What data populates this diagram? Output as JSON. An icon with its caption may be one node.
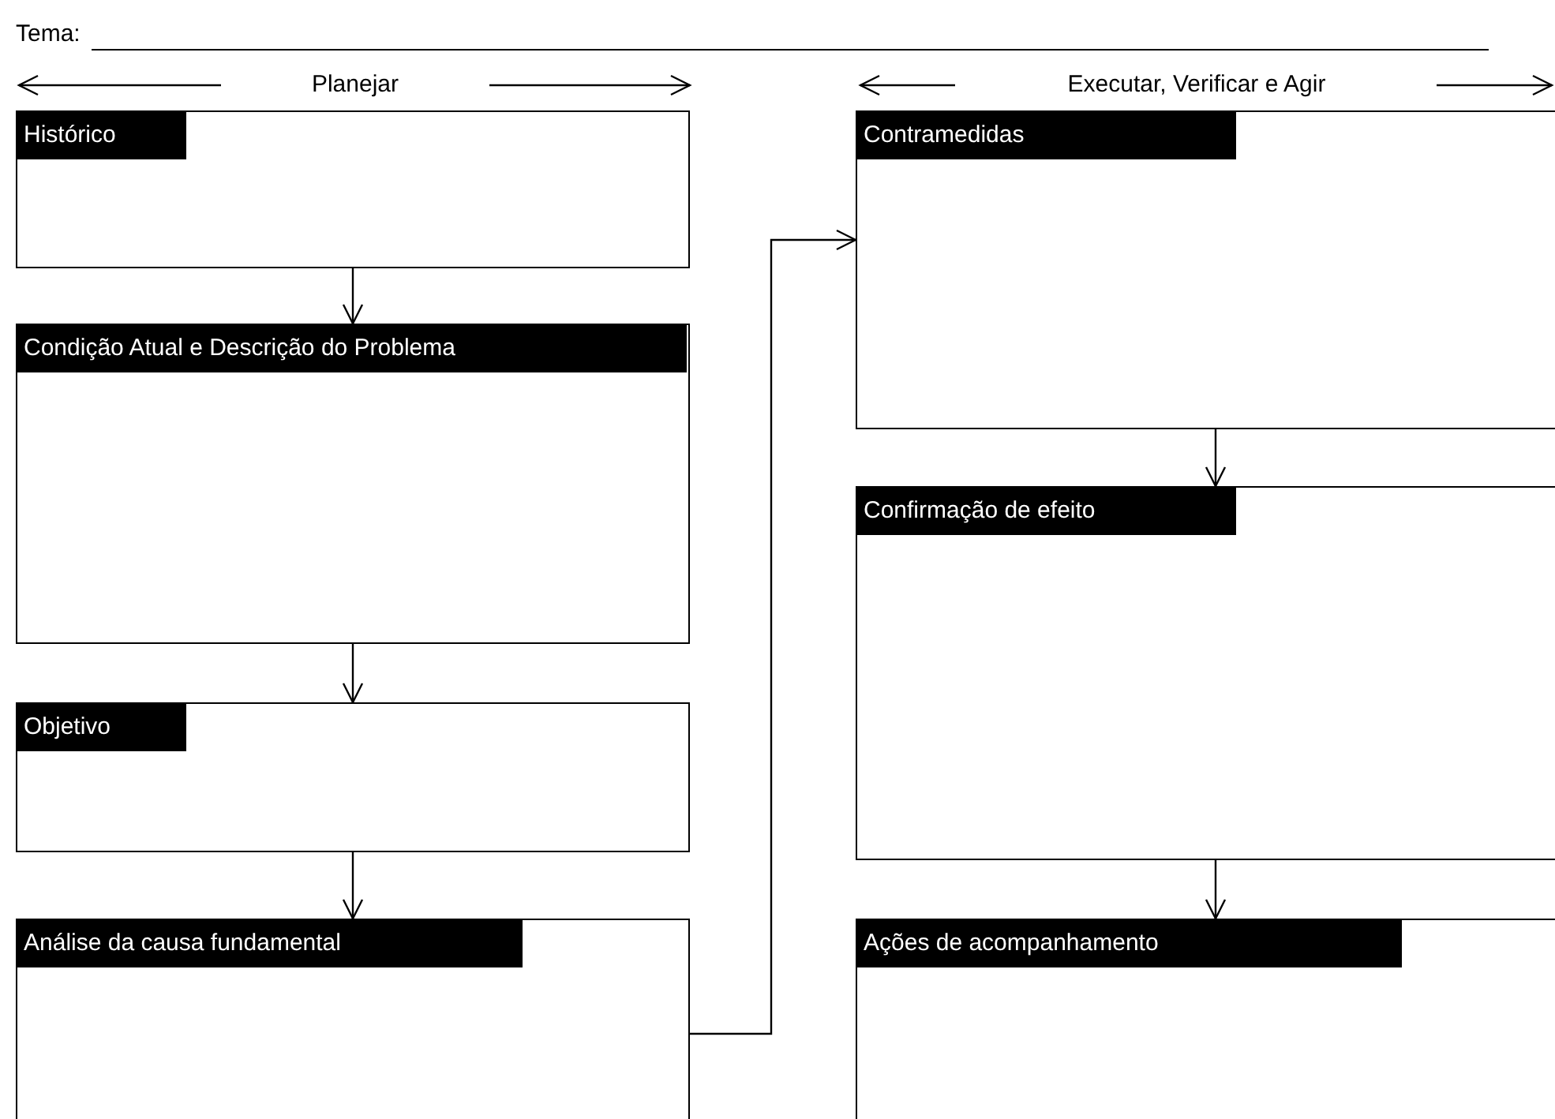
{
  "diagram": {
    "nodes": [
      {
        "text": [
          "Histórico"
        ]
      },
      {
        "text": [
          "Condição Atual e Descrição do Problema"
        ]
      },
      {
        "text": [
          "Objetivo"
        ]
      },
      {
        "text": [
          "Análise da causa fundamental"
        ]
      },
      {
        "text": [
          "Contramedidas"
        ]
      },
      {
        "text": [
          "Confirmação de efeito"
        ]
      },
      {
        "text": [
          "Ações de acompanhamento"
        ]
      }
    ],
    "edges": [
      {
        "from": 0,
        "to": 1,
        "arrow": "to"
      },
      {
        "from": 1,
        "to": 2,
        "arrow": "to"
      },
      {
        "from": 2,
        "to": 3,
        "arrow": "to"
      },
      {
        "from": 3,
        "to": 4,
        "arrow": "to"
      },
      {
        "from": 4,
        "to": 5,
        "arrow": "to"
      },
      {
        "from": 5,
        "to": 6,
        "arrow": "to"
      }
    ],
    "labels": [
      "Tema:",
      "Planejar",
      "Executar, Verificar e Agir"
    ]
  }
}
